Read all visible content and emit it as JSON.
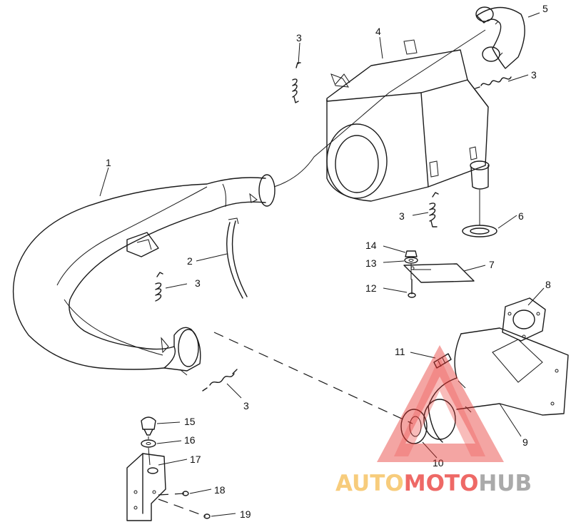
{
  "callouts": {
    "c1": "1",
    "c2": "2",
    "c3a": "3",
    "c3b": "3",
    "c3c": "3",
    "c3d": "3",
    "c3e": "3",
    "c4": "4",
    "c5": "5",
    "c6": "6",
    "c7": "7",
    "c8": "8",
    "c9": "9",
    "c10": "10",
    "c11": "11",
    "c12": "12",
    "c13": "13",
    "c14": "14",
    "c15": "15",
    "c16": "16",
    "c17": "17",
    "c18": "18",
    "c19": "19"
  },
  "watermark": {
    "part1": "AUTO",
    "part2": "MOTO",
    "part3": "HUB",
    "colors": {
      "auto": "#f5b94a",
      "moto": "#e8302c",
      "hub": "#8a8a8a",
      "triangle": "#e8302c"
    }
  }
}
